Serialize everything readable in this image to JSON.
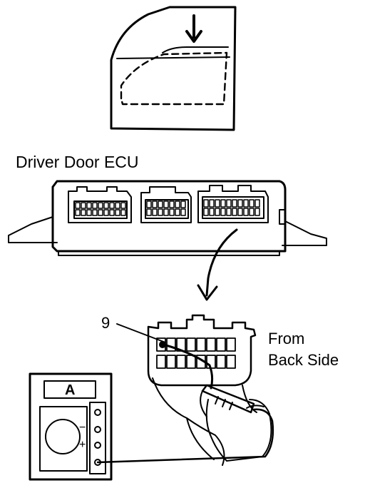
{
  "labels": {
    "ecu_title": "Driver Door ECU",
    "pin_number": "9",
    "from_back_line1": "From",
    "from_back_line2": "Back Side",
    "meter_mode": "A",
    "meter_minus": "−",
    "meter_plus": "+"
  },
  "colors": {
    "ink": "#000000",
    "paper": "#ffffff"
  }
}
